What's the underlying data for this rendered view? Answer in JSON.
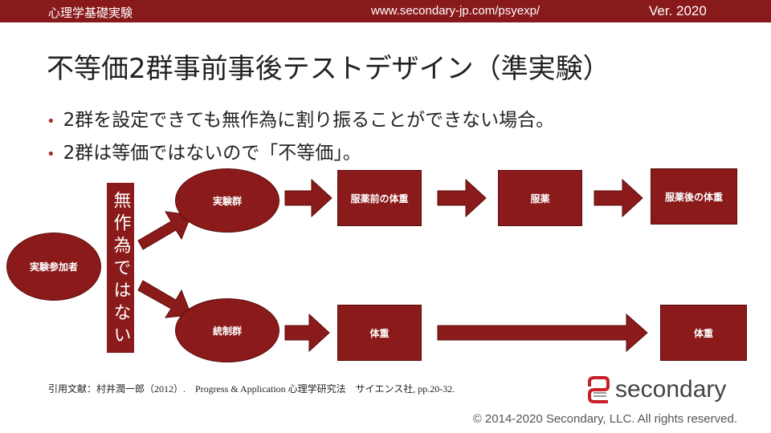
{
  "header": {
    "course": "心理学基礎実験",
    "url": "www.secondary-jp.com/psyexp/",
    "version": "Ver. 2020"
  },
  "title": "不等価2群事前事後テストデザイン（準実験）",
  "bullets": [
    "2群を設定できても無作為に割り振ることができない場合。",
    "2群は等価ではないので「不等価」。"
  ],
  "diagram": {
    "participants": "実験参加者",
    "assignment": "無作為ではない",
    "experimental_group": "実験群",
    "control_group": "統制群",
    "exp_steps": [
      "服薬前の体重",
      "服薬",
      "服薬後の体重"
    ],
    "ctrl_steps": [
      "体重",
      "体重"
    ]
  },
  "citation": "引用文献：村井潤一郎（2012）.　Progress & Application 心理学研究法　サイエンス社, pp.20-32.",
  "logo": {
    "text": "secondary"
  },
  "copyright": "© 2014-2020 Secondary, LLC. All rights reserved.",
  "colors": {
    "brand": "#891a1c",
    "shape": "#8b1a1a"
  }
}
